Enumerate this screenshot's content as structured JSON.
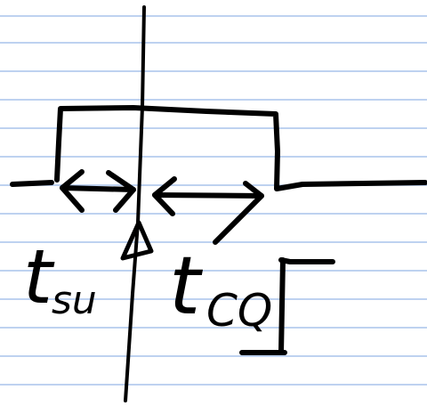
{
  "colors": {
    "paper": "#ffffff",
    "rule_lines": "#a9c3ec",
    "ink": "#000000"
  },
  "labels": {
    "setup_time": {
      "main": "t",
      "subscript": "su"
    },
    "clock_to_q": {
      "main": "t",
      "subscript": "CQ"
    }
  },
  "icons": {
    "clock_edge": "up-arrow-triangle"
  }
}
